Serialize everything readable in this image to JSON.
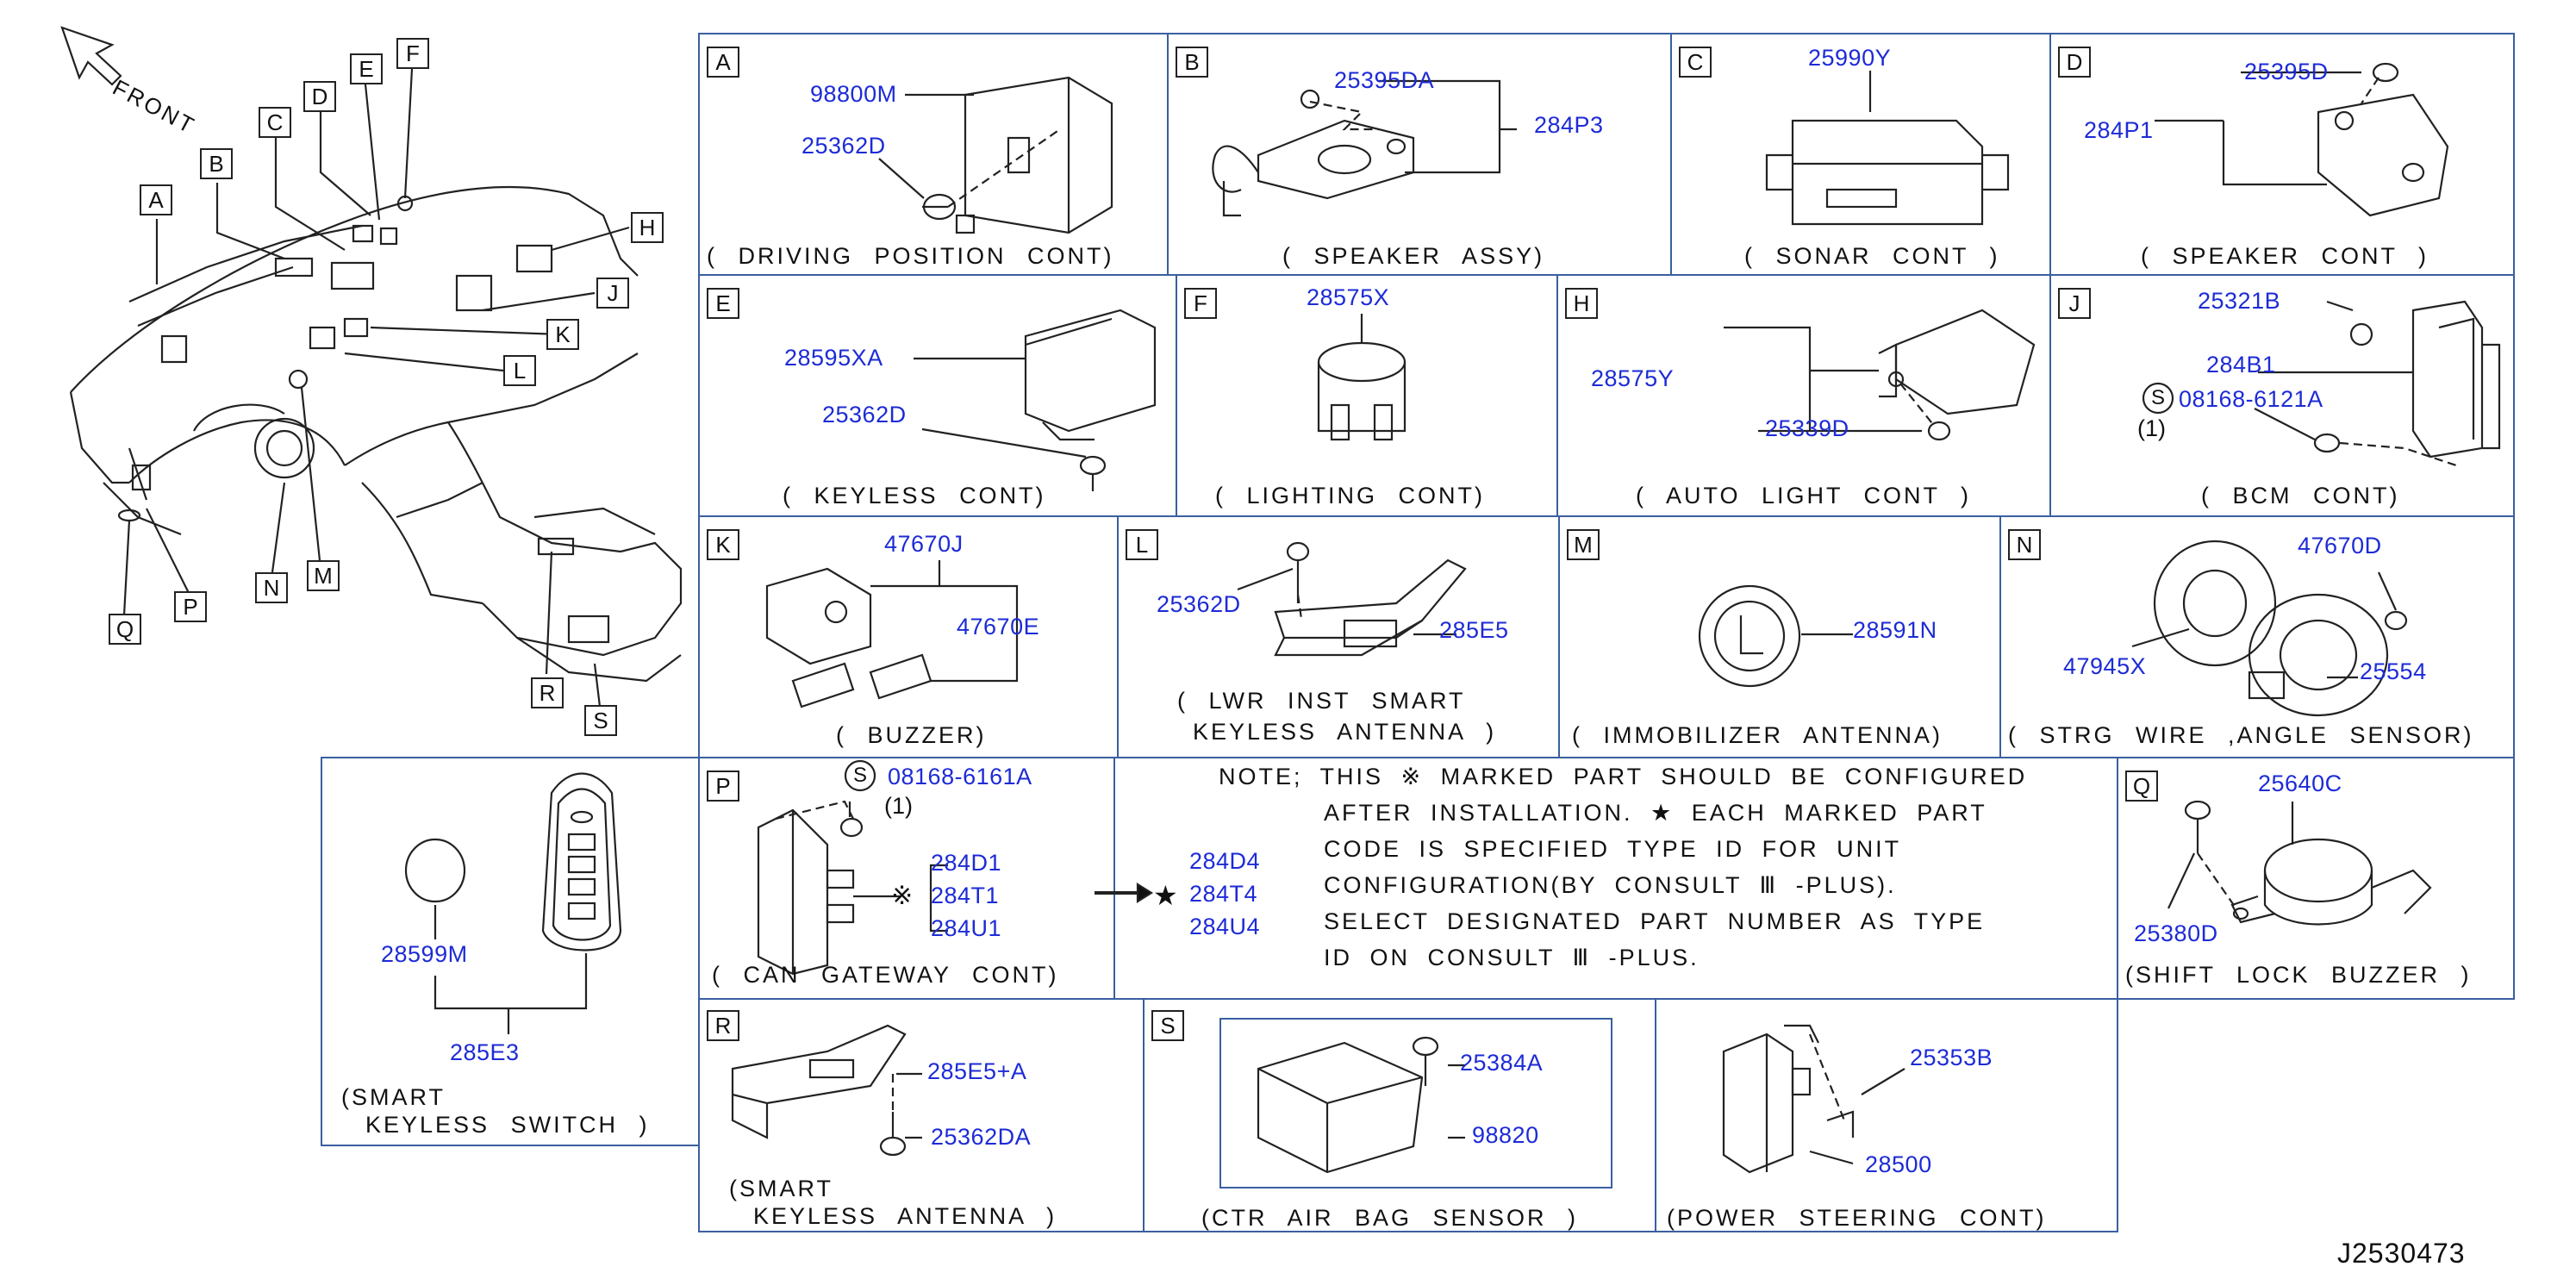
{
  "front_label": "FRONT",
  "overview_callouts": [
    "A",
    "B",
    "C",
    "D",
    "E",
    "F",
    "H",
    "J",
    "K",
    "L",
    "M",
    "N",
    "P",
    "Q",
    "R",
    "S"
  ],
  "panels": [
    {
      "id": "A",
      "caption": "( DRIVING  POSITION  CONT)",
      "parts": [
        "98800M",
        "25362D"
      ]
    },
    {
      "id": "B",
      "caption": "( SPEAKER  ASSY)",
      "parts": [
        "25395DA",
        "284P3"
      ]
    },
    {
      "id": "C",
      "caption": "( SONAR  CONT )",
      "parts": [
        "25990Y"
      ]
    },
    {
      "id": "D",
      "caption": "( SPEAKER  CONT )",
      "parts": [
        "25395D",
        "284P1"
      ]
    },
    {
      "id": "E",
      "caption": "( KEYLESS  CONT)",
      "parts": [
        "28595XA",
        "25362D"
      ]
    },
    {
      "id": "F",
      "caption": "( LIGHTING  CONT)",
      "parts": [
        "28575X"
      ]
    },
    {
      "id": "H",
      "caption": "( AUTO  LIGHT  CONT )",
      "parts": [
        "28575Y",
        "25339D"
      ]
    },
    {
      "id": "J",
      "caption": "( BCM  CONT)",
      "parts": [
        "25321B",
        "284B1",
        "08168-6121A",
        "(1)"
      ]
    },
    {
      "id": "K",
      "caption": "( BUZZER)",
      "parts": [
        "47670J",
        "47670E"
      ]
    },
    {
      "id": "L",
      "caption": "( LWR  INST  SMART",
      "caption2": "KEYLESS  ANTENNA )",
      "parts": [
        "25362D",
        "285E5"
      ]
    },
    {
      "id": "M",
      "caption": "( IMMOBILIZER  ANTENNA)",
      "parts": [
        "28591N"
      ]
    },
    {
      "id": "N",
      "caption": "( STRG  WIRE  ,ANGLE  SENSOR)",
      "parts": [
        "47670D",
        "47945X",
        "25554"
      ]
    },
    {
      "id": "SKS",
      "caption": "(SMART",
      "caption2": "KEYLESS  SWITCH )",
      "parts": [
        "28599M",
        "285E3"
      ]
    },
    {
      "id": "P",
      "caption": "(  CAN  GATEWAY  CONT)",
      "parts": [
        "08168-6161A",
        "(1)",
        "284D1",
        "284T1",
        "284U1"
      ]
    },
    {
      "id": "Q",
      "caption": "(SHIFT  LOCK  BUZZER )",
      "parts": [
        "25640C",
        "25380D"
      ]
    },
    {
      "id": "R",
      "caption": "(SMART",
      "caption2": "KEYLESS  ANTENNA )",
      "parts": [
        "285E5+A",
        "25362DA"
      ]
    },
    {
      "id": "S",
      "caption": "(CTR  AIR  BAG  SENSOR )",
      "parts": [
        "25384A",
        "98820"
      ]
    },
    {
      "id": "PSC",
      "caption": "(POWER  STEERING  CONT)",
      "parts": [
        "25353B",
        "28500"
      ]
    }
  ],
  "screw_symbol": "S",
  "star_parts": [
    "284D4",
    "284T4",
    "284U4"
  ],
  "note": {
    "lines": [
      "NOTE;  THIS   ※ MARKED  PART  SHOULD  BE  CONFIGURED",
      "AFTER  INSTALLATION.  ★ EACH              MARKED  PART",
      "CODE  IS  SPECIFIED        TYPE  ID  FOR  UNIT",
      "CONFIGURATION(BY  CONSULT         Ⅲ -PLUS).",
      "SELECT  DESIGNATED  PART  NUMBER  AS  TYPE",
      "ID  ON  CONSULT    Ⅲ -PLUS."
    ]
  },
  "drawing_id": "J2530473",
  "colors": {
    "border": "#3a5fa0",
    "part_number": "#1d2bd6",
    "line": "#222222",
    "dashed": "#dd1111"
  }
}
